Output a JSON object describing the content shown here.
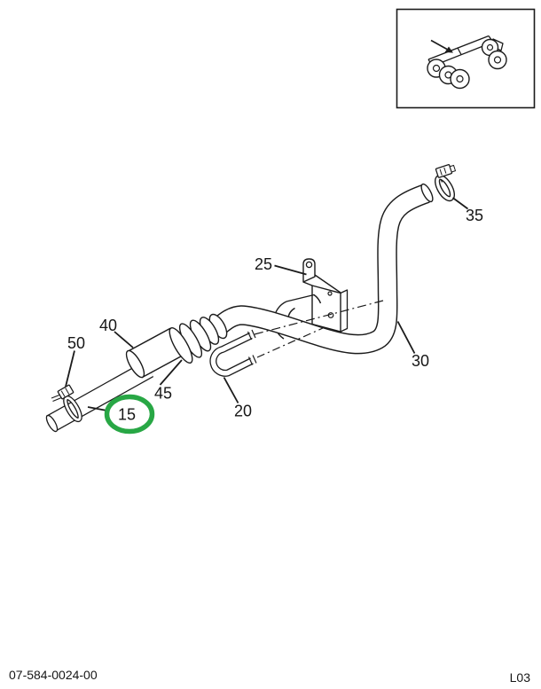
{
  "page": {
    "kind": "parts-catalog-figure",
    "footer": {
      "part_number": "07-584-0024-00",
      "page_code": "L03"
    }
  },
  "callouts": {
    "c15": {
      "label": "15",
      "highlighted": true
    },
    "c20": {
      "label": "20",
      "highlighted": false
    },
    "c25": {
      "label": "25",
      "highlighted": false
    },
    "c30": {
      "label": "30",
      "highlighted": false
    },
    "c35": {
      "label": "35",
      "highlighted": false
    },
    "c40": {
      "label": "40",
      "highlighted": false
    },
    "c45": {
      "label": "45",
      "highlighted": false
    },
    "c50": {
      "label": "50",
      "highlighted": false
    }
  },
  "icons": {
    "inset": "truck-chassis-icon",
    "inset_arrow": "location-arrow-icon"
  },
  "colors": {
    "line": "#1b1b1b",
    "highlight": "#28a745",
    "background": "#ffffff"
  }
}
